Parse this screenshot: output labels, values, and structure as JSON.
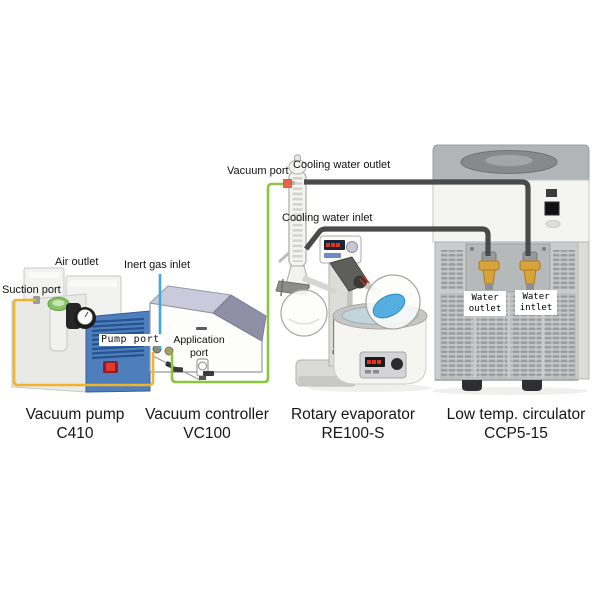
{
  "diagram": {
    "background": "#FFFFFF",
    "devices": [
      {
        "name": "Vacuum pump",
        "model": "C410"
      },
      {
        "name": "Vacuum controller",
        "model": "VC100"
      },
      {
        "name": "Rotary evaporator",
        "model": "RE100-S"
      },
      {
        "name": "Low temp. circulator",
        "model": "CCP5-15"
      }
    ],
    "labels": {
      "air_outlet": "Air outlet",
      "suction_port": "Suction port",
      "inert_gas_inlet": "Inert gas inlet",
      "pump_port": "Pump port",
      "application_port": [
        "Application",
        "port"
      ],
      "vacuum_port": "Vacuum port",
      "cooling_water_outlet": "Cooling water outlet",
      "cooling_water_inlet": "Cooling water inlet",
      "water_outlet": [
        "Water",
        "outlet"
      ],
      "water_inlet": [
        "Water",
        "intlet"
      ]
    },
    "line_colors": {
      "suction_line_yellow": "#F0B42C",
      "vacuum_line_green": "#8CC63F",
      "inert_gas_line_blue": "#3FA9DC",
      "cooling_water_tube_dark": "#4A4A4A",
      "vacuum_port_fitting_red": "#E0654B"
    }
  }
}
